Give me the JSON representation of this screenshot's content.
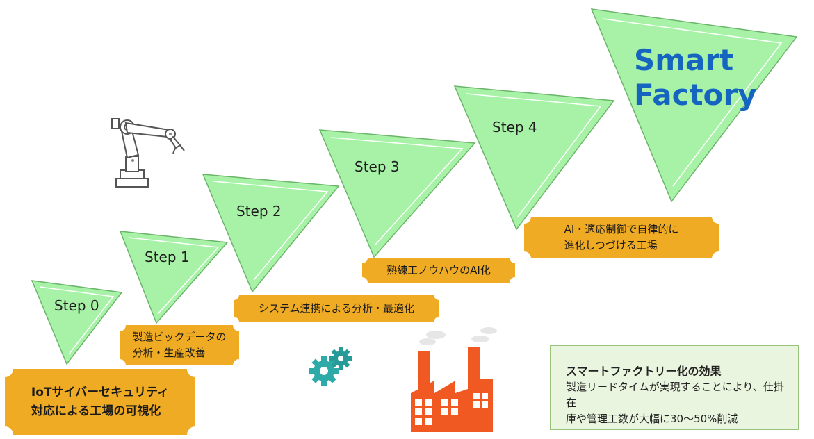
{
  "steps": [
    {
      "label": "Step 0"
    },
    {
      "label": "Step 1"
    },
    {
      "label": "Step 2"
    },
    {
      "label": "Step 3"
    },
    {
      "label": "Step 4"
    }
  ],
  "goal": {
    "line1": "Smart",
    "line2": "Factory",
    "color": "#1565c0"
  },
  "plaques": {
    "step0": {
      "line1": "IoTサイバーセキュリティ",
      "line2": "対応による工場の可視化"
    },
    "step1": {
      "line1": "製造ビックデータの",
      "line2": "分析・生産改善"
    },
    "step2": {
      "line1": "システム連携による分析・最適化"
    },
    "step3": {
      "line1": "熟練工ノウハウのAI化"
    },
    "step4": {
      "line1": "AI・適応制御で自律的に",
      "line2": "進化しつづける工場"
    }
  },
  "effect": {
    "title": "スマートファクトリー化の効果",
    "line1": "製造リードタイムが実現することにより、仕掛在",
    "line2": "庫や管理工数が大幅に30～50%削減"
  },
  "colors": {
    "triangle_fill": "#a8f2a8",
    "triangle_stroke": "#5fa85f",
    "plaque_fill": "#f0ab24",
    "effect_bg": "#eaf5df",
    "factory": "#f05a22",
    "gear": "#2eaaa8"
  },
  "icons": [
    "robot-arm-icon",
    "gears-icon",
    "factory-icon"
  ]
}
